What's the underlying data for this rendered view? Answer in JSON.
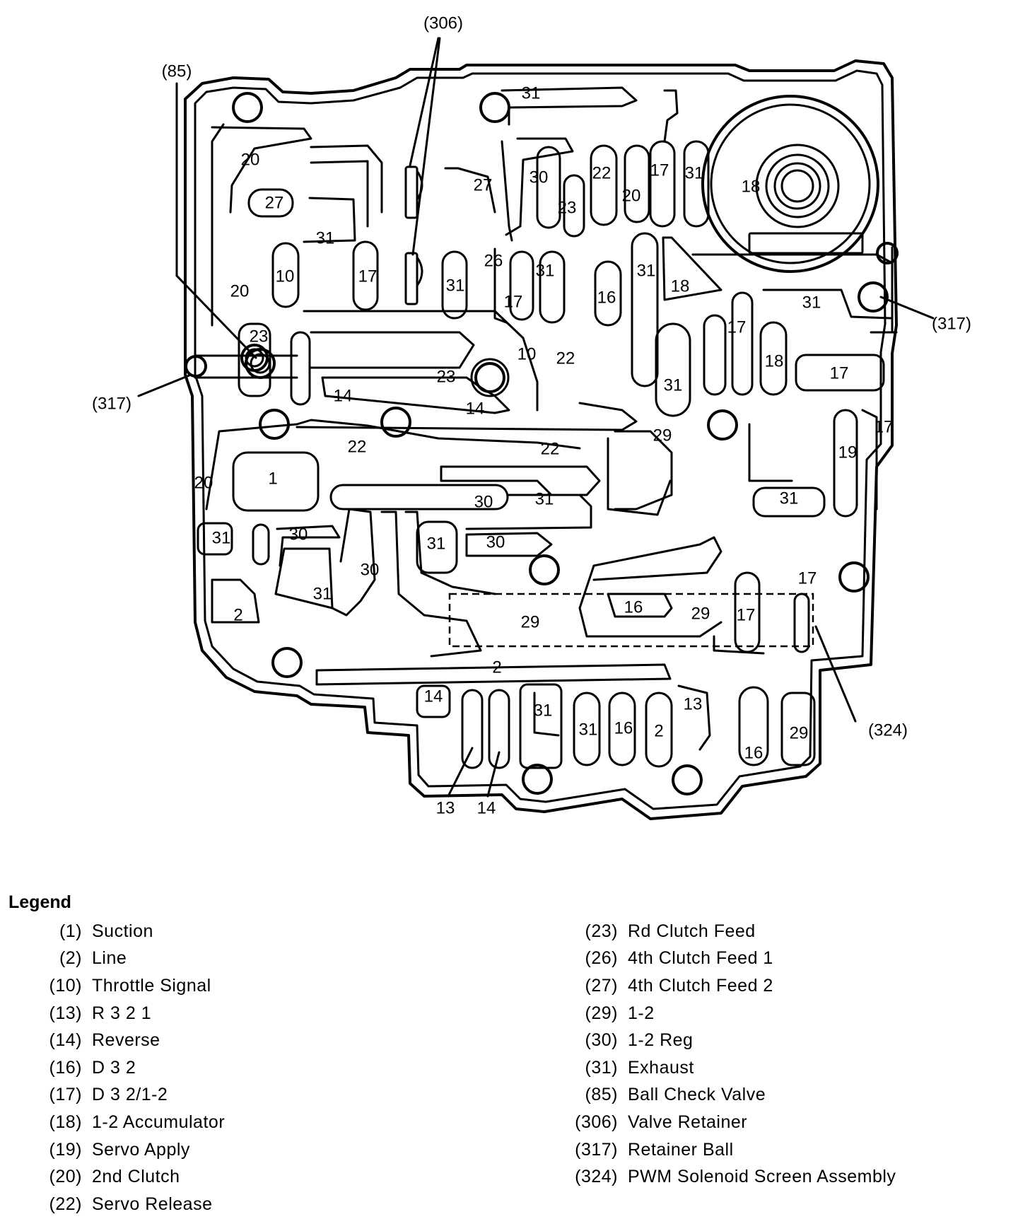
{
  "diagram": {
    "passage_labels": [
      {
        "id": "p20a",
        "text": "20"
      },
      {
        "id": "p27a",
        "text": "27"
      },
      {
        "id": "p31a",
        "text": "31"
      },
      {
        "id": "p10a",
        "text": "10"
      },
      {
        "id": "p17a",
        "text": "17"
      },
      {
        "id": "p20b",
        "text": "20"
      },
      {
        "id": "p23a",
        "text": "23"
      },
      {
        "id": "p31top",
        "text": "31"
      },
      {
        "id": "p27b",
        "text": "27"
      },
      {
        "id": "p30a",
        "text": "30"
      },
      {
        "id": "p23b",
        "text": "23"
      },
      {
        "id": "p22a",
        "text": "22"
      },
      {
        "id": "p20c",
        "text": "20"
      },
      {
        "id": "p17b",
        "text": "17"
      },
      {
        "id": "p31b",
        "text": "31"
      },
      {
        "id": "p18a",
        "text": "18"
      },
      {
        "id": "p26",
        "text": "26"
      },
      {
        "id": "p31c",
        "text": "31"
      },
      {
        "id": "p31d",
        "text": "31"
      },
      {
        "id": "p17c",
        "text": "17"
      },
      {
        "id": "p16a",
        "text": "16"
      },
      {
        "id": "p31e",
        "text": "31"
      },
      {
        "id": "p18b",
        "text": "18"
      },
      {
        "id": "p31f",
        "text": "31"
      },
      {
        "id": "p17d",
        "text": "17"
      },
      {
        "id": "p10b",
        "text": "10"
      },
      {
        "id": "p22b",
        "text": "22"
      },
      {
        "id": "p23c",
        "text": "23"
      },
      {
        "id": "p14a",
        "text": "14"
      },
      {
        "id": "p14b",
        "text": "14"
      },
      {
        "id": "p18c",
        "text": "18"
      },
      {
        "id": "p17e",
        "text": "17"
      },
      {
        "id": "p31g",
        "text": "31"
      },
      {
        "id": "p22c",
        "text": "22"
      },
      {
        "id": "p22d",
        "text": "22"
      },
      {
        "id": "p29a",
        "text": "29"
      },
      {
        "id": "p19",
        "text": "19"
      },
      {
        "id": "p17f",
        "text": "17"
      },
      {
        "id": "p1",
        "text": "1"
      },
      {
        "id": "p20d",
        "text": "20"
      },
      {
        "id": "p30b",
        "text": "30"
      },
      {
        "id": "p31h",
        "text": "31"
      },
      {
        "id": "p31i",
        "text": "31"
      },
      {
        "id": "p31j",
        "text": "31"
      },
      {
        "id": "p30c",
        "text": "30"
      },
      {
        "id": "p31k",
        "text": "31"
      },
      {
        "id": "p30d",
        "text": "30"
      },
      {
        "id": "p30e",
        "text": "30"
      },
      {
        "id": "p31l",
        "text": "31"
      },
      {
        "id": "p2a",
        "text": "2"
      },
      {
        "id": "p29b",
        "text": "29"
      },
      {
        "id": "p16b",
        "text": "16"
      },
      {
        "id": "p29c",
        "text": "29"
      },
      {
        "id": "p17g",
        "text": "17"
      },
      {
        "id": "p17h",
        "text": "17"
      },
      {
        "id": "p2b",
        "text": "2"
      },
      {
        "id": "p14c",
        "text": "14"
      },
      {
        "id": "p31m",
        "text": "31"
      },
      {
        "id": "p31n",
        "text": "31"
      },
      {
        "id": "p16c",
        "text": "16"
      },
      {
        "id": "p2c",
        "text": "2"
      },
      {
        "id": "p13a",
        "text": "13"
      },
      {
        "id": "p29d",
        "text": "29"
      },
      {
        "id": "p16d",
        "text": "16"
      },
      {
        "id": "p13b",
        "text": "13"
      },
      {
        "id": "p14d",
        "text": "14"
      }
    ],
    "callouts": [
      {
        "id": "c306",
        "text": "(306)"
      },
      {
        "id": "c85",
        "text": "(85)"
      },
      {
        "id": "c317r",
        "text": "(317)"
      },
      {
        "id": "c317l",
        "text": "(317)"
      },
      {
        "id": "c324",
        "text": "(324)"
      }
    ]
  },
  "legend": {
    "title": "Legend",
    "left": [
      {
        "num": "(1)",
        "label": "Suction"
      },
      {
        "num": "(2)",
        "label": "Line"
      },
      {
        "num": "(10)",
        "label": "Throttle Signal"
      },
      {
        "num": "(13)",
        "label": "R 3 2 1"
      },
      {
        "num": "(14)",
        "label": "Reverse"
      },
      {
        "num": "(16)",
        "label": "D 3 2"
      },
      {
        "num": "(17)",
        "label": "D 3 2/1-2"
      },
      {
        "num": "(18)",
        "label": "1-2 Accumulator"
      },
      {
        "num": "(19)",
        "label": "Servo Apply"
      },
      {
        "num": "(20)",
        "label": "2nd Clutch"
      },
      {
        "num": "(22)",
        "label": "Servo Release"
      }
    ],
    "right": [
      {
        "num": "(23)",
        "label": "Rd Clutch Feed"
      },
      {
        "num": "(26)",
        "label": "4th Clutch Feed 1"
      },
      {
        "num": "(27)",
        "label": "4th Clutch Feed 2"
      },
      {
        "num": "(29)",
        "label": "1-2"
      },
      {
        "num": "(30)",
        "label": "1-2 Reg"
      },
      {
        "num": "(31)",
        "label": "Exhaust"
      },
      {
        "num": "(85)",
        "label": "Ball Check Valve"
      },
      {
        "num": "(306)",
        "label": "Valve Retainer"
      },
      {
        "num": "(317)",
        "label": "Retainer Ball"
      },
      {
        "num": "(324)",
        "label": "PWM Solenoid Screen Assembly"
      }
    ]
  }
}
